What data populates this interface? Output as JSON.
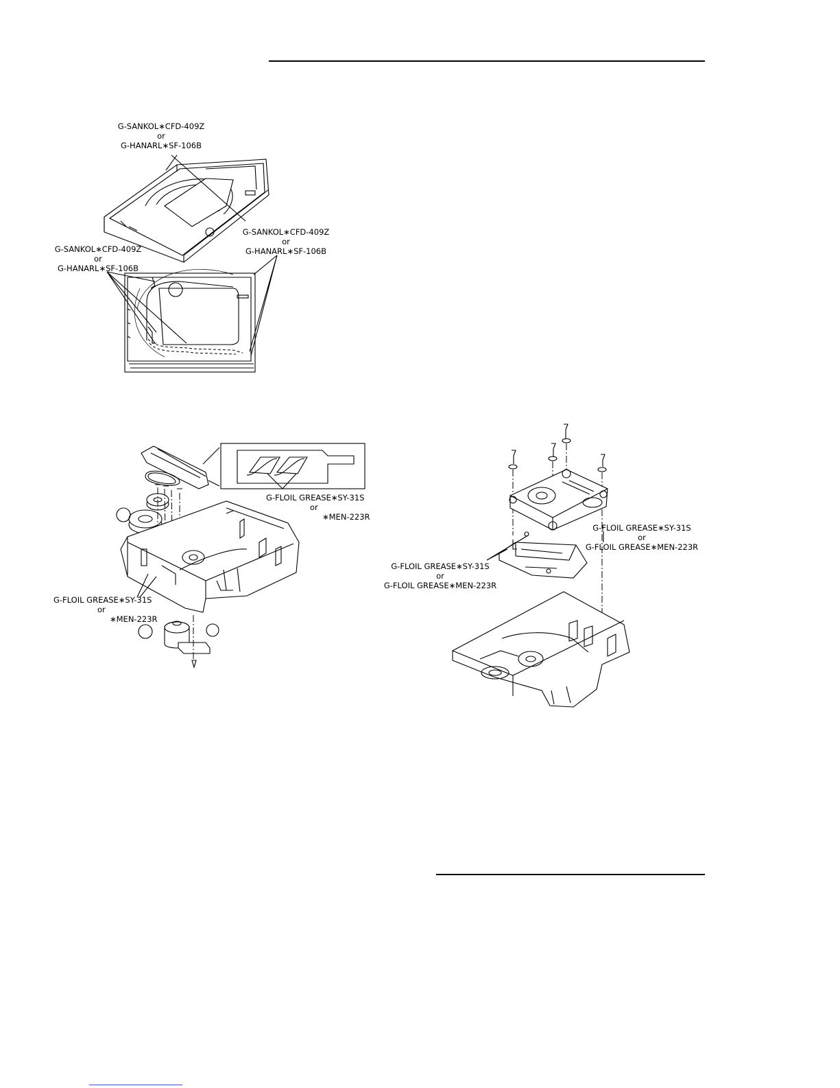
{
  "labels": {
    "top_grease_left": [
      "G-SANKOL∗CFD-409Z",
      "or",
      "G-HANARL∗SF-106B"
    ],
    "top_grease_right": [
      "G-SANKOL∗CFD-409Z",
      "or",
      "G-HANARL∗SF-106B"
    ],
    "tray_grease_left": [
      "G-SANKOL∗CFD-409Z",
      "or",
      "G-HANARL∗SF-106B"
    ],
    "gear_grease_inset": [
      "G-FLOIL GREASE∗SY-31S",
      "or",
      "∗MEN-223R"
    ],
    "gear_grease_bottom": [
      "G-FLOIL GREASE∗SY-31S",
      "or",
      "∗MEN-223R"
    ],
    "mech_grease_right": [
      "G-FLOIL GREASE∗SY-31S",
      "or",
      "G-FLOIL GREASE∗MEN-223R"
    ],
    "mech_grease_left": [
      "G-FLOIL GREASE∗SY-31S",
      "or",
      "G-FLOIL GREASE∗MEN-223R"
    ]
  },
  "colors": {
    "ink": "#000000",
    "link_rule": "#3a4fd0"
  }
}
